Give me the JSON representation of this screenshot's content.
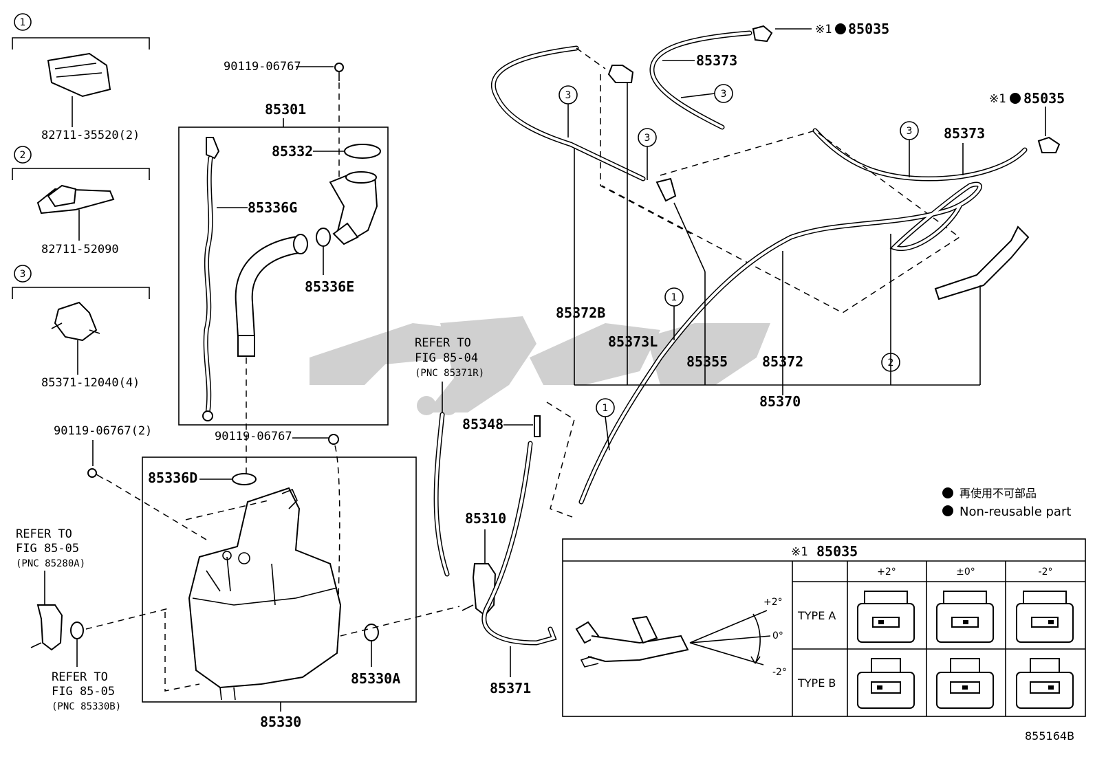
{
  "diagram": {
    "callouts": {
      "c1": "1",
      "c2": "2",
      "c3": "3"
    },
    "clips": {
      "clip1_pn": "82711-35520(2)",
      "clip2_pn": "82711-52090",
      "clip3_pn": "85371-12040(4)"
    },
    "parts": {
      "bolt_top": "90119-06767",
      "p85301": "85301",
      "p85332": "85332",
      "p85336G": "85336G",
      "p85336E": "85336E",
      "bolt_mid": "90119-06767",
      "bolt_left": "90119-06767(2)",
      "p85336D": "85336D",
      "p85330": "85330",
      "p85330A": "85330A",
      "p85310": "85310",
      "p85348": "85348",
      "p85371": "85371",
      "p85373_a": "85373",
      "p85373_b": "85373",
      "p85035_a": "85035",
      "p85035_b": "85035",
      "p85372B": "85372B",
      "p85373L": "85373L",
      "p85355": "85355",
      "p85372": "85372",
      "p85370": "85370",
      "note_mark": "※1"
    },
    "refs": {
      "ref_mid_1": "REFER TO",
      "ref_mid_2": "FIG 85-04",
      "ref_mid_3": "(PNC 85371R)",
      "ref_l1_1": "REFER TO",
      "ref_l1_2": "FIG 85-05",
      "ref_l1_3": "(PNC 85280A)",
      "ref_l2_1": "REFER TO",
      "ref_l2_2": "FIG 85-05",
      "ref_l2_3": "(PNC 85330B)"
    },
    "legend": {
      "jp": "再使用不可部品",
      "en": "Non-reusable part"
    },
    "table": {
      "title_mark": "※1",
      "title_pn": "85035",
      "angle_plus": "+2°",
      "angle_zero": "0°",
      "angle_minus": "-2°",
      "col_plus": "+2°",
      "col_zero": "±0°",
      "col_minus": "-2°",
      "row_a": "TYPE A",
      "row_b": "TYPE B"
    },
    "figure_id": "855164B",
    "colors": {
      "line": "#000000",
      "watermark": "#c8c8c8",
      "background": "#ffffff"
    }
  }
}
